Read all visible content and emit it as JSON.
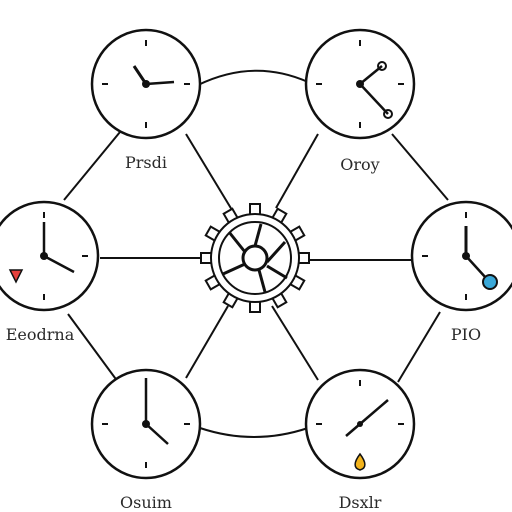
{
  "colors": {
    "background": "#ffffff",
    "line": "#111111",
    "marker_red": "#e8413d",
    "marker_blue": "#3aa8d8",
    "marker_yellow": "#f2b31c"
  },
  "diagram": {
    "center_icon": "gear-icon",
    "nodes": [
      {
        "id": "top-left",
        "label": "Prsdi",
        "icon": "clock-icon",
        "marker": null
      },
      {
        "id": "top-right",
        "label": "Oroy",
        "icon": "clock-icon",
        "marker": null
      },
      {
        "id": "right",
        "label": "PIO",
        "icon": "clock-icon",
        "marker": "blue-dot-icon"
      },
      {
        "id": "bottom-right",
        "label": "Dsxlr",
        "icon": "clock-icon",
        "marker": "yellow-drop-icon"
      },
      {
        "id": "bottom-left",
        "label": "Osuim",
        "icon": "clock-icon",
        "marker": null
      },
      {
        "id": "left",
        "label": "Eeodrna",
        "icon": "clock-icon",
        "marker": "red-triangle-icon"
      }
    ]
  }
}
